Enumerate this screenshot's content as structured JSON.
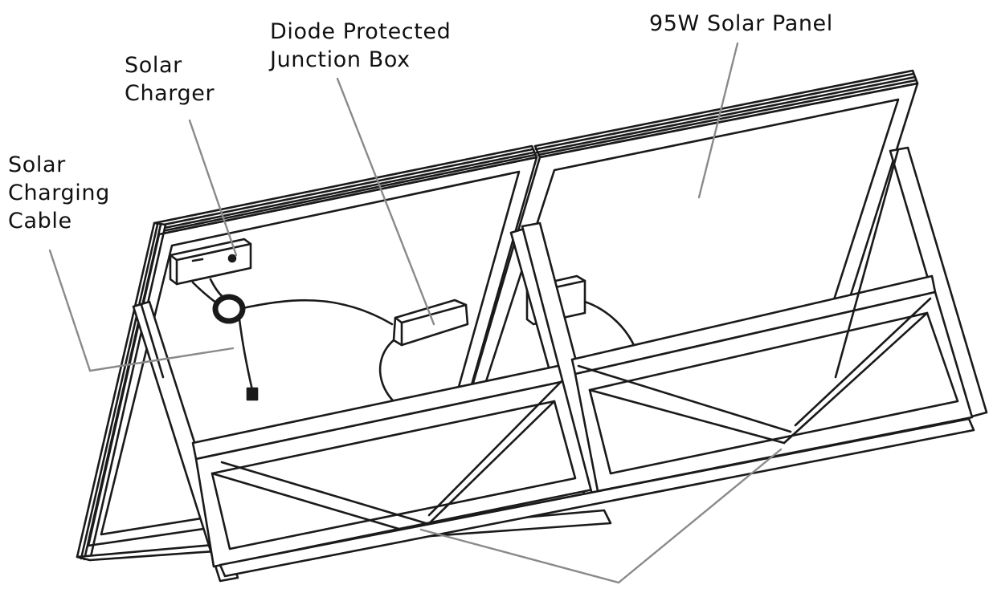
{
  "labels": {
    "charging_cable": {
      "lines": [
        "Solar",
        "Charging",
        "Cable"
      ]
    },
    "charger": {
      "lines": [
        "Solar",
        "Charger"
      ]
    },
    "junction_box": {
      "lines": [
        "Diode Protected",
        "Junction Box"
      ]
    },
    "panel": {
      "lines": [
        "95W Solar Panel"
      ]
    }
  },
  "colors": {
    "line": "#1a1a1a",
    "leader": "#8a8a8a",
    "background": "#ffffff"
  }
}
